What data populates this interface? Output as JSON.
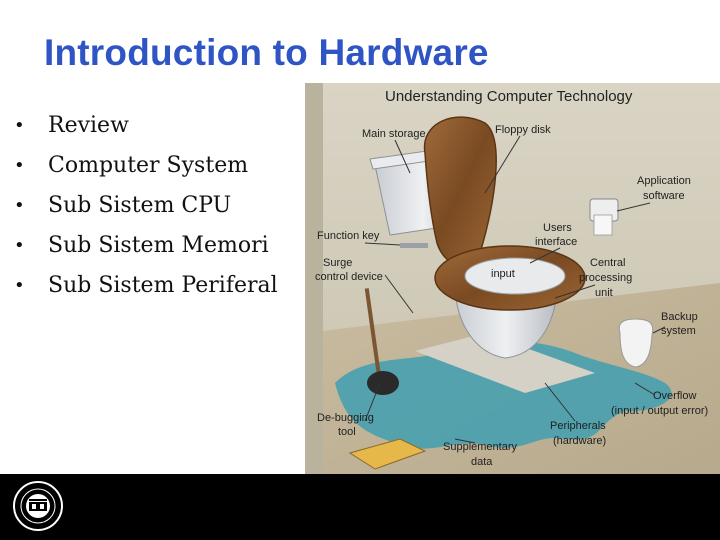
{
  "slide": {
    "title": "Introduction to Hardware",
    "bullets": [
      "Review",
      "Computer System",
      "Sub Sistem CPU",
      "Sub Sistem Memori",
      "Sub Sistem Periferal"
    ]
  },
  "illustration": {
    "heading": "Understanding Computer Technology",
    "labels": {
      "main_storage": "Main storage",
      "floppy_disk": "Floppy disk",
      "application_software_1": "Application",
      "application_software_2": "software",
      "function_key": "Function key",
      "users_interface_1": "Users",
      "users_interface_2": "interface",
      "surge_1": "Surge",
      "surge_2": "control device",
      "input": "input",
      "cpu_1": "Central",
      "cpu_2": "processing",
      "cpu_3": "unit",
      "backup_1": "Backup",
      "backup_2": "system",
      "debugging_1": "De-bugging",
      "debugging_2": "tool",
      "supplementary_1": "Supplementary",
      "supplementary_2": "data",
      "peripherals_1": "Peripherals",
      "peripherals_2": "(hardware)",
      "overflow_1": "Overflow",
      "overflow_2": "(input / output error)"
    }
  },
  "colors": {
    "title": "#2f55c4",
    "footer": "#000000",
    "water": "#3f9fb0",
    "wood": "#8a5a2e"
  },
  "icons": {
    "footer_logo": "university-seal-logo"
  }
}
